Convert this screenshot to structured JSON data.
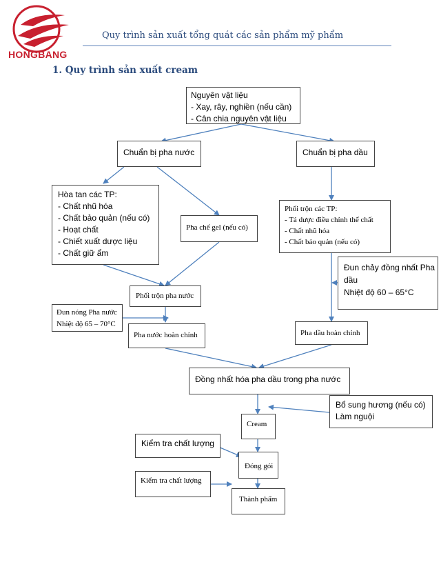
{
  "header": {
    "brand": "HONGBANG",
    "title": "Quy trình sản xuất tổng quát các sản phẩm mỹ phẩm",
    "section_title": "1. Quy trình sản xuất cream"
  },
  "diagram": {
    "raw_materials": {
      "title": "Nguyên vật liệu",
      "items": [
        "- Xay, rây, nghiền (nếu cần)",
        "- Cân chia nguyên vật liệu"
      ]
    },
    "water_phase_prep": "Chuẩn bị pha nước",
    "oil_phase_prep": "Chuẩn bị pha dầu",
    "dissolve": {
      "title": "Hòa tan các TP:",
      "items": [
        "- Chất nhũ hóa",
        "- Chất bảo quản (nếu có)",
        "- Hoạt chất",
        "- Chiết xuất dược liệu",
        "- Chất giữ ẩm"
      ]
    },
    "gel_prep": "Pha chế gel (nếu có)",
    "oil_mix": {
      "title": "Phối trộn các TP:",
      "items": [
        "- Tá dược điều chỉnh thể chất",
        "- Chất nhũ hóa",
        "- Chất bảo quản (nếu có)"
      ]
    },
    "oil_melt_note": {
      "line1": "Đun chảy đồng nhất Pha",
      "line2": "dầu",
      "line3": "Nhiệt độ 60 – 65°C"
    },
    "water_mix": "Phối trộn pha nước",
    "water_heat_note": {
      "line1": "Đun nóng Pha nước",
      "line2": "Nhiệt độ 65 – 70°C"
    },
    "water_phase_done": "Pha nước hoàn chỉnh",
    "oil_phase_done": "Pha dầu hoàn chỉnh",
    "homogenize": "Đồng nhất hóa pha dầu trong pha nước",
    "fragrance_note": {
      "line1": "Bổ sung hương (nếu có)",
      "line2": "Làm nguội"
    },
    "cream": "Cream",
    "qc1": "Kiểm tra chất lượng",
    "packaging": "Đóng gói",
    "qc2": "Kiểm tra chất lượng",
    "finished": "Thành phẩm"
  },
  "colors": {
    "brand_red": "#c8202f",
    "header_blue": "#2a4a7c",
    "arrow_blue": "#4f81bd",
    "border": "#444444"
  }
}
